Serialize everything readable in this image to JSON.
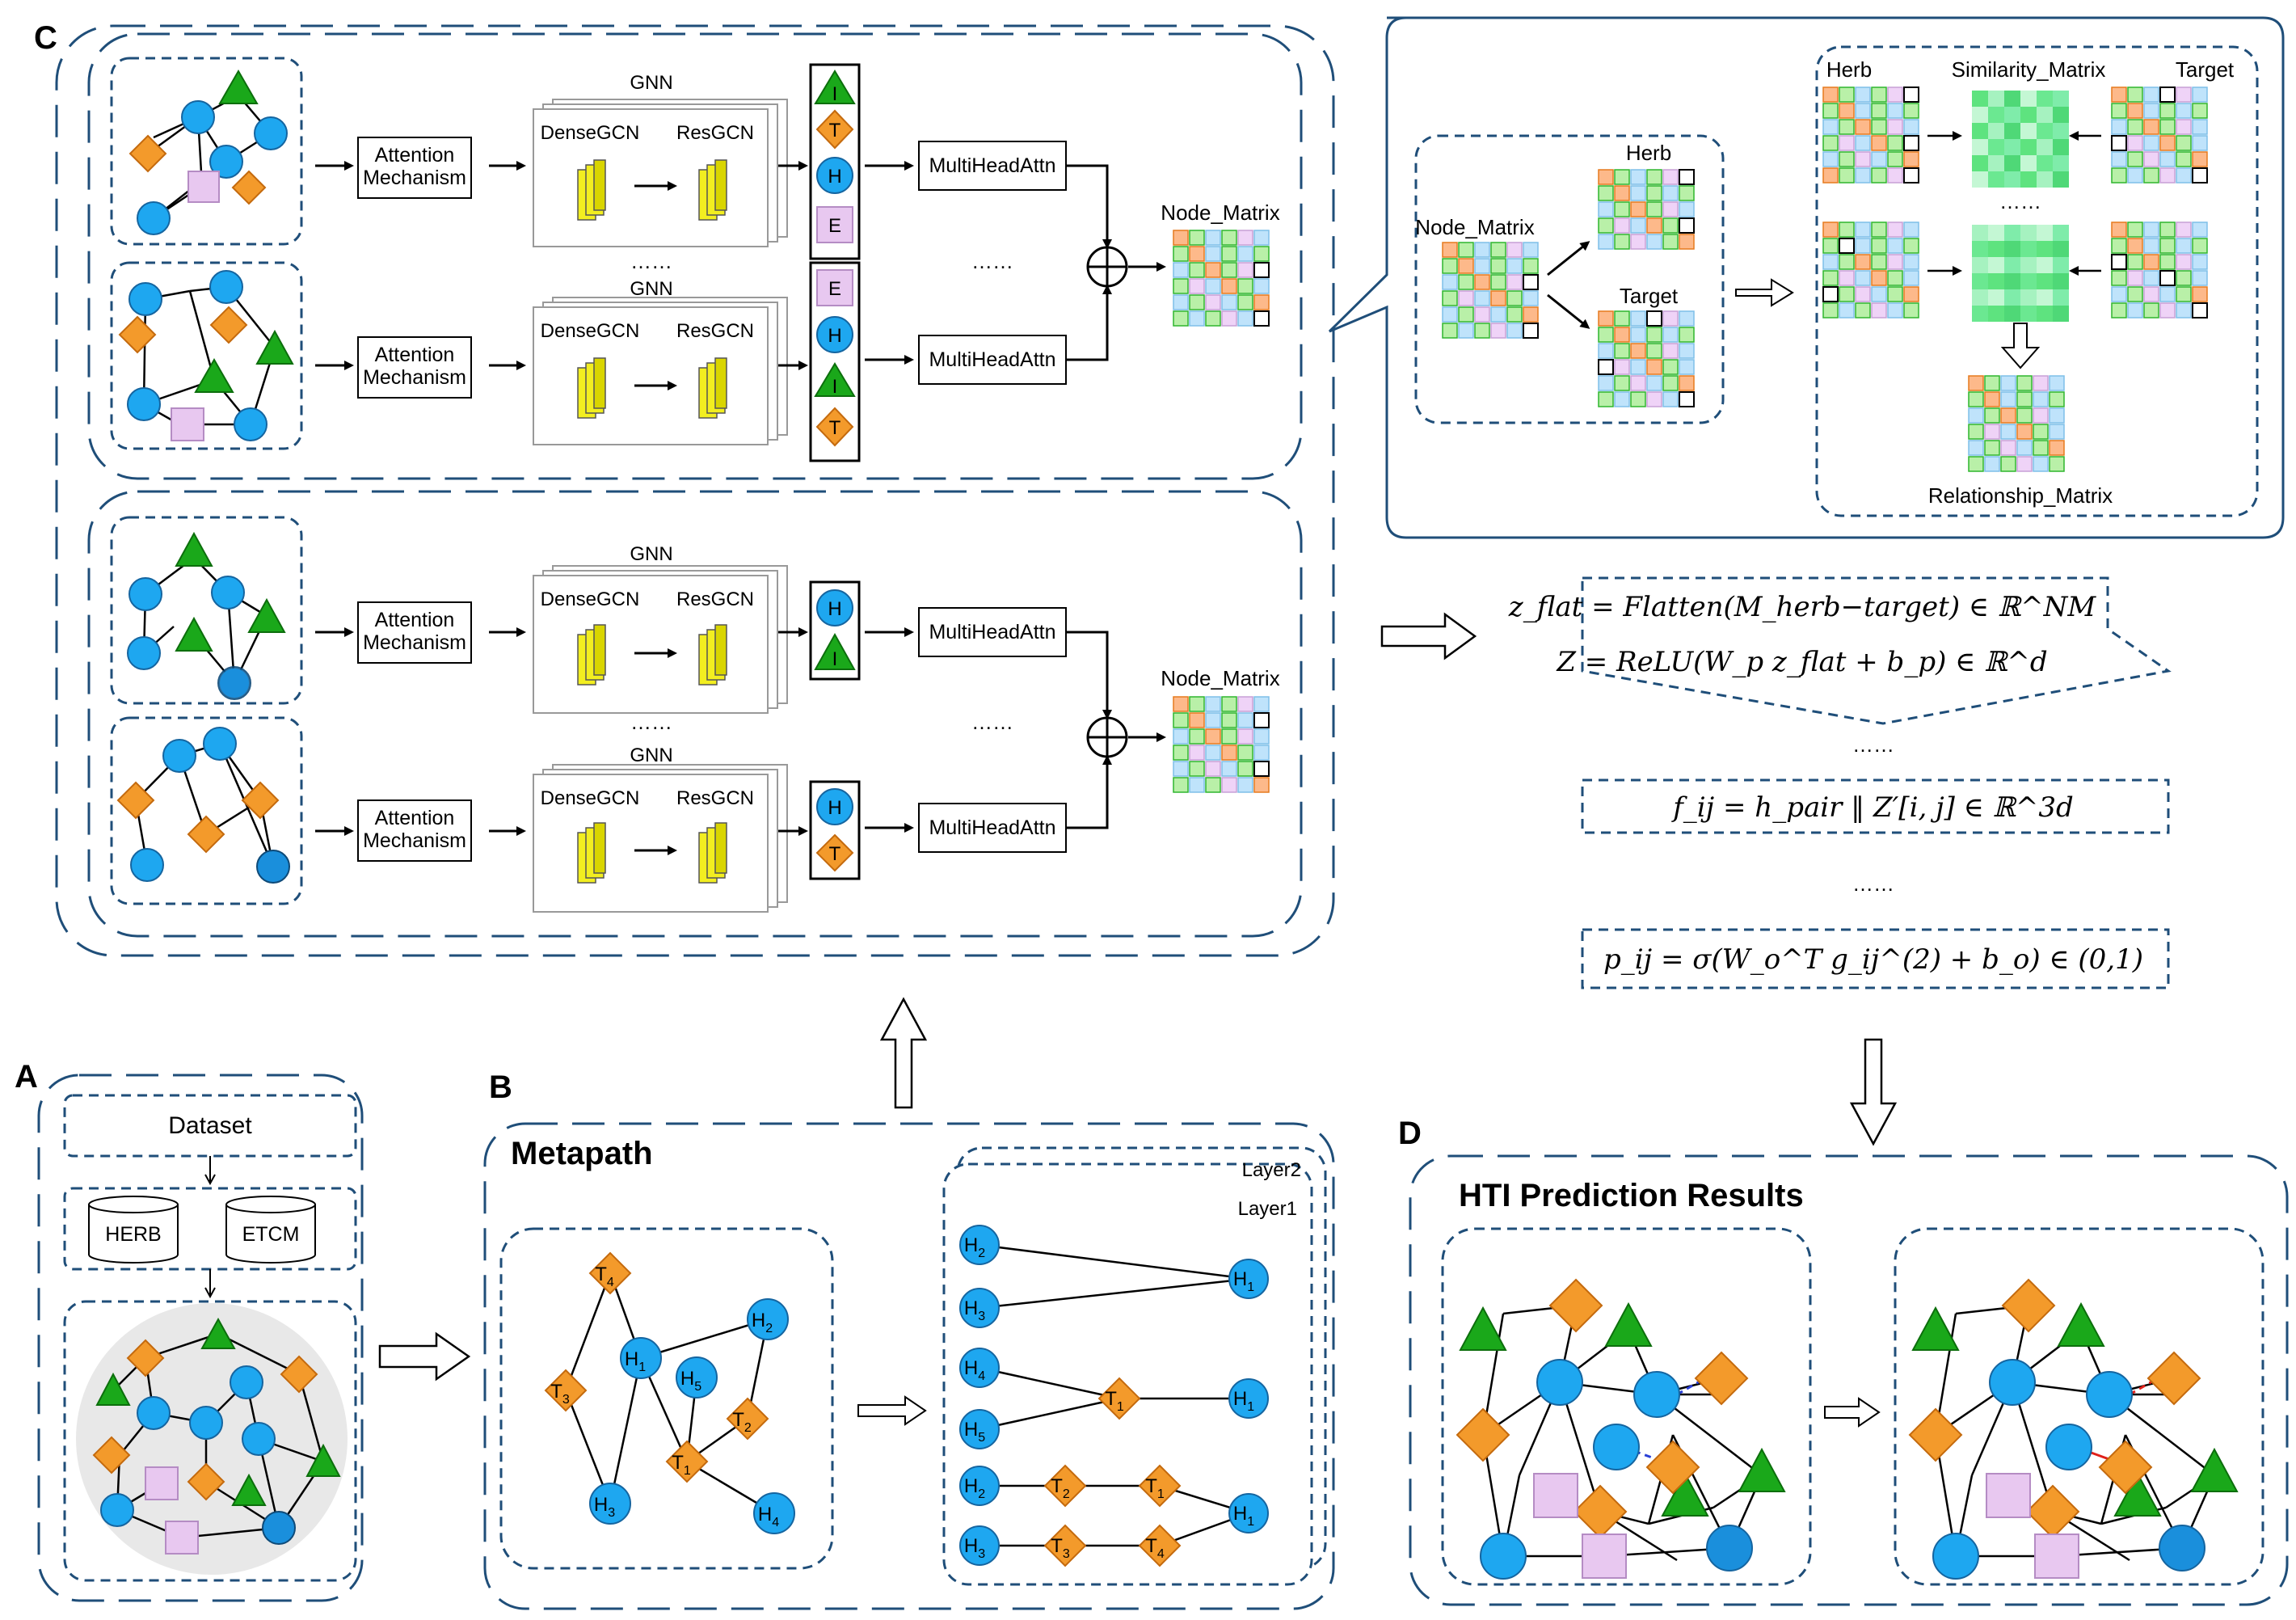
{
  "panels": {
    "a": {
      "letter": "A",
      "dataset": "Dataset",
      "db1": "HERB",
      "db2": "ETCM"
    },
    "b": {
      "letter": "B",
      "title": "Metapath",
      "layer2": "Layer2",
      "layer1": "Layer1",
      "left_nodes": {
        "t4": "T",
        "t4s": "4",
        "t3": "T",
        "t3s": "3",
        "h1": "H",
        "h1s": "1",
        "h2": "H",
        "h2s": "2",
        "h5": "H",
        "h5s": "5",
        "t2": "T",
        "t2s": "2",
        "t1": "T",
        "t1s": "1",
        "h3": "H",
        "h3s": "3",
        "h4": "H",
        "h4s": "4"
      },
      "right_nodes": {
        "hletter": "H",
        "tletter": "T",
        "r1": [
          "2",
          "1"
        ],
        "r2": [
          "3"
        ],
        "r3": [
          "4",
          "1",
          "1"
        ],
        "r4": [
          "5"
        ],
        "r5": [
          "2",
          "2",
          "1",
          "1"
        ],
        "r6": [
          "3",
          "3",
          "4"
        ]
      }
    },
    "c": {
      "letter": "C",
      "gnn": "GNN",
      "attention": [
        "Attention",
        "Mechanism"
      ],
      "dense": "DenseGCN",
      "res": "ResGCN",
      "dots": "……",
      "mha": "MultiHeadAttn",
      "node_matrix": "Node_Matrix",
      "stack1": [
        "I",
        "T",
        "H",
        "E"
      ],
      "stack2": [
        "E",
        "H",
        "I",
        "T"
      ],
      "stack3": [
        "H",
        "I"
      ],
      "stack4": [
        "H",
        "T"
      ]
    },
    "sim": {
      "node_matrix": "Node_Matrix",
      "herb": "Herb",
      "target": "Target",
      "similarity": "Similarity_Matrix",
      "relationship": "Relationship_Matrix",
      "dots": "……"
    },
    "equations": {
      "eq1": "z_flat = Flatten(M_herb−target) ∈ ℝ^NM",
      "eq2": "Z = ReLU(W_p z_flat + b_p) ∈ ℝ^d",
      "eq3": "f_ij = h_pair ‖ Z′[i, j] ∈ ℝ^3d",
      "eq4": "p_ij = σ(W_o^T g_ij^(2) + b_o) ∈ (0,1)",
      "dots": "……"
    },
    "d": {
      "letter": "D",
      "title": "HTI Prediction Results"
    }
  },
  "colors": {
    "dash_blue": "#1f4e79",
    "herb_blue": "#1ea7f0",
    "target_orange": "#f39a2b",
    "ingredient_green": "#1aa81a",
    "disease_lilac": "#e8c8f0",
    "gcn_yellow": "#f2ee20",
    "similarity_green": "#5ee37f",
    "link_blue": "#2a3fd6",
    "link_red": "#e0201a"
  }
}
